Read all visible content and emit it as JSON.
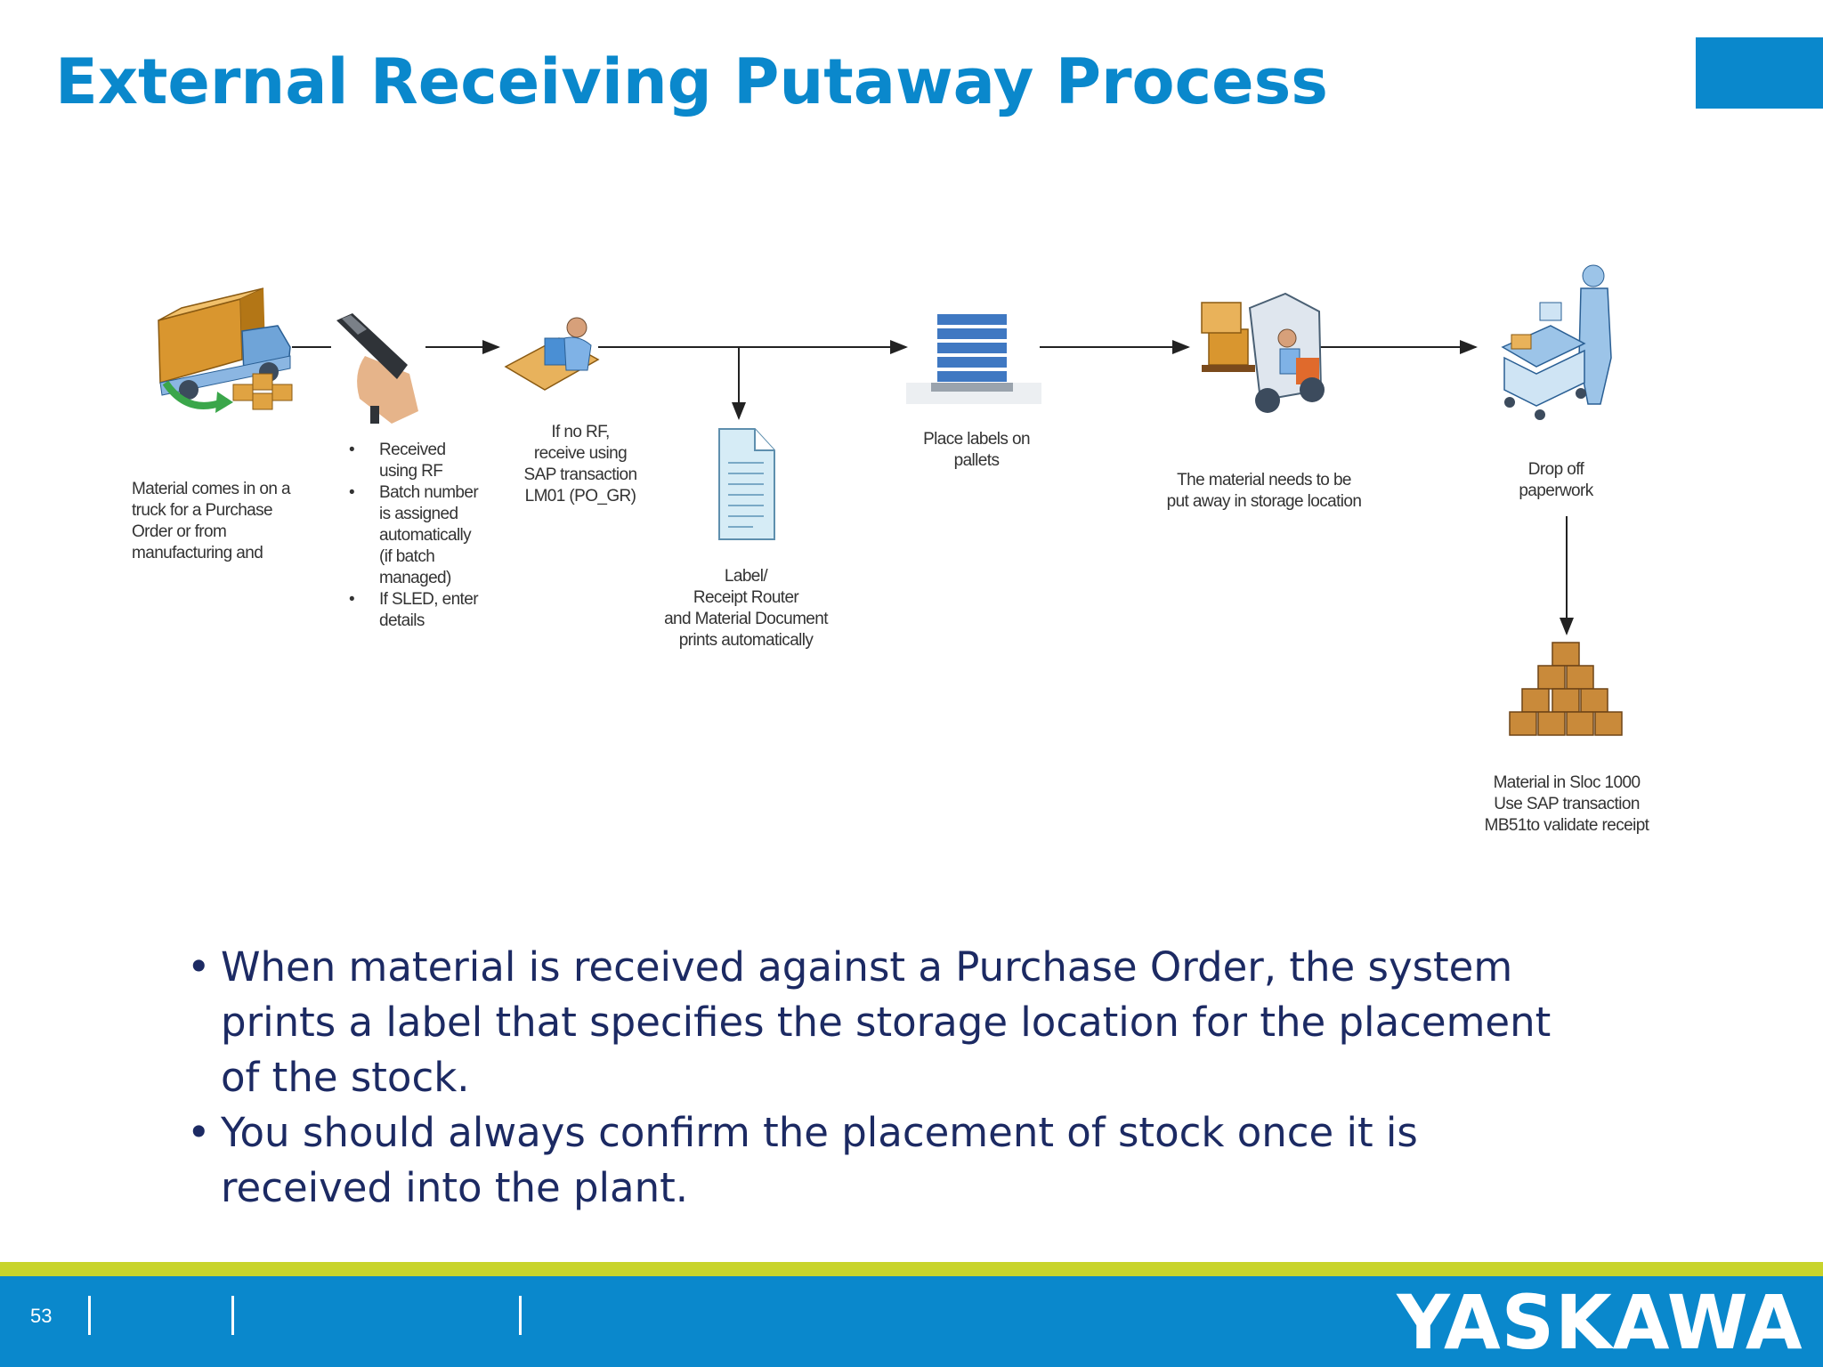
{
  "slide": {
    "title": "External Receiving Putaway Process",
    "page_number": "53"
  },
  "colors": {
    "brand_blue": "#0a88cc",
    "accent_green": "#c8d42c",
    "text_navy": "#1c2a63"
  },
  "diagram": {
    "step1_caption": [
      "Material comes in on a",
      "truck for a Purchase",
      "Order or from",
      "manufacturing and"
    ],
    "step2_bullets": [
      [
        "Received",
        "using RF"
      ],
      [
        "Batch number",
        "is assigned",
        "automatically",
        "(if batch",
        "managed)"
      ],
      [
        "If SLED, enter",
        "details"
      ]
    ],
    "step3_caption": [
      "If no RF,",
      "receive using",
      "SAP transaction",
      "LM01 (PO_GR)"
    ],
    "document_caption": [
      "Label/",
      "Receipt Router",
      "and Material Document",
      "prints automatically"
    ],
    "step4_caption": [
      "Place labels on",
      "pallets"
    ],
    "step5_caption": [
      "The material needs to be",
      "put away in storage location"
    ],
    "step6_caption": [
      "Drop off",
      "paperwork"
    ],
    "final_caption": [
      "Material in Sloc 1000",
      "Use SAP transaction",
      "MB51to validate receipt"
    ],
    "icons": [
      "delivery-truck-icon",
      "rf-scanner-icon",
      "computer-user-icon",
      "document-icon",
      "pallet-stack-icon",
      "forklift-icon",
      "desk-worker-icon",
      "boxes-pile-icon"
    ]
  },
  "bullets": [
    "When material is received against a Purchase Order, the system prints a label that specifies the storage location for the placement of the stock.",
    "You should always confirm the placement of stock once it is received into the plant."
  ],
  "footer": {
    "logo_text": "YASKAWA"
  }
}
